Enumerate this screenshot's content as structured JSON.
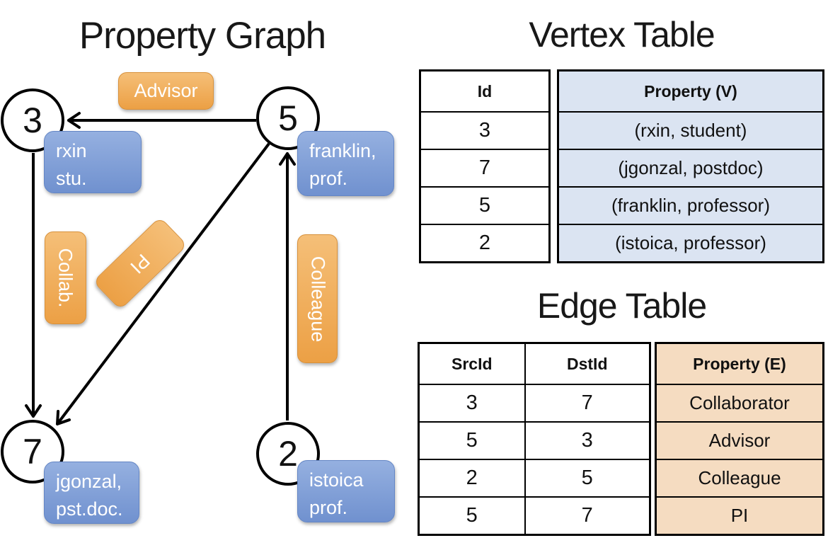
{
  "titles": {
    "graph": "Property Graph",
    "vertex_table": "Vertex Table",
    "edge_table": "Edge Table"
  },
  "graph": {
    "nodes": [
      {
        "id": "3"
      },
      {
        "id": "5"
      },
      {
        "id": "7"
      },
      {
        "id": "2"
      }
    ],
    "vertex_labels": [
      {
        "line1": "rxin",
        "line2": "stu."
      },
      {
        "line1": "franklin,",
        "line2": "prof."
      },
      {
        "line1": "jgonzal,",
        "line2": "pst.doc."
      },
      {
        "line1": "istoica",
        "line2": "prof."
      }
    ],
    "edge_labels": {
      "advisor": "Advisor",
      "collab": "Collab.",
      "pi": "PI",
      "colleague": "Colleague"
    }
  },
  "vertex_table": {
    "headers": {
      "id": "Id",
      "property": "Property (V)"
    },
    "rows": [
      {
        "id": "3",
        "property": "(rxin, student)"
      },
      {
        "id": "7",
        "property": "(jgonzal, postdoc)"
      },
      {
        "id": "5",
        "property": "(franklin, professor)"
      },
      {
        "id": "2",
        "property": "(istoica, professor)"
      }
    ]
  },
  "edge_table": {
    "headers": {
      "src": "SrcId",
      "dst": "DstId",
      "property": "Property (E)"
    },
    "rows": [
      {
        "src": "3",
        "dst": "7",
        "property": "Collaborator"
      },
      {
        "src": "5",
        "dst": "3",
        "property": "Advisor"
      },
      {
        "src": "2",
        "dst": "5",
        "property": "Colleague"
      },
      {
        "src": "5",
        "dst": "7",
        "property": "PI"
      }
    ]
  },
  "colors": {
    "edge_label_orange": "#EFA34C",
    "vertex_label_blue": "#7E9FD8",
    "vertex_table_fill": "#DBE4F2",
    "edge_table_fill": "#F5DCC1",
    "line_black": "#000000"
  }
}
